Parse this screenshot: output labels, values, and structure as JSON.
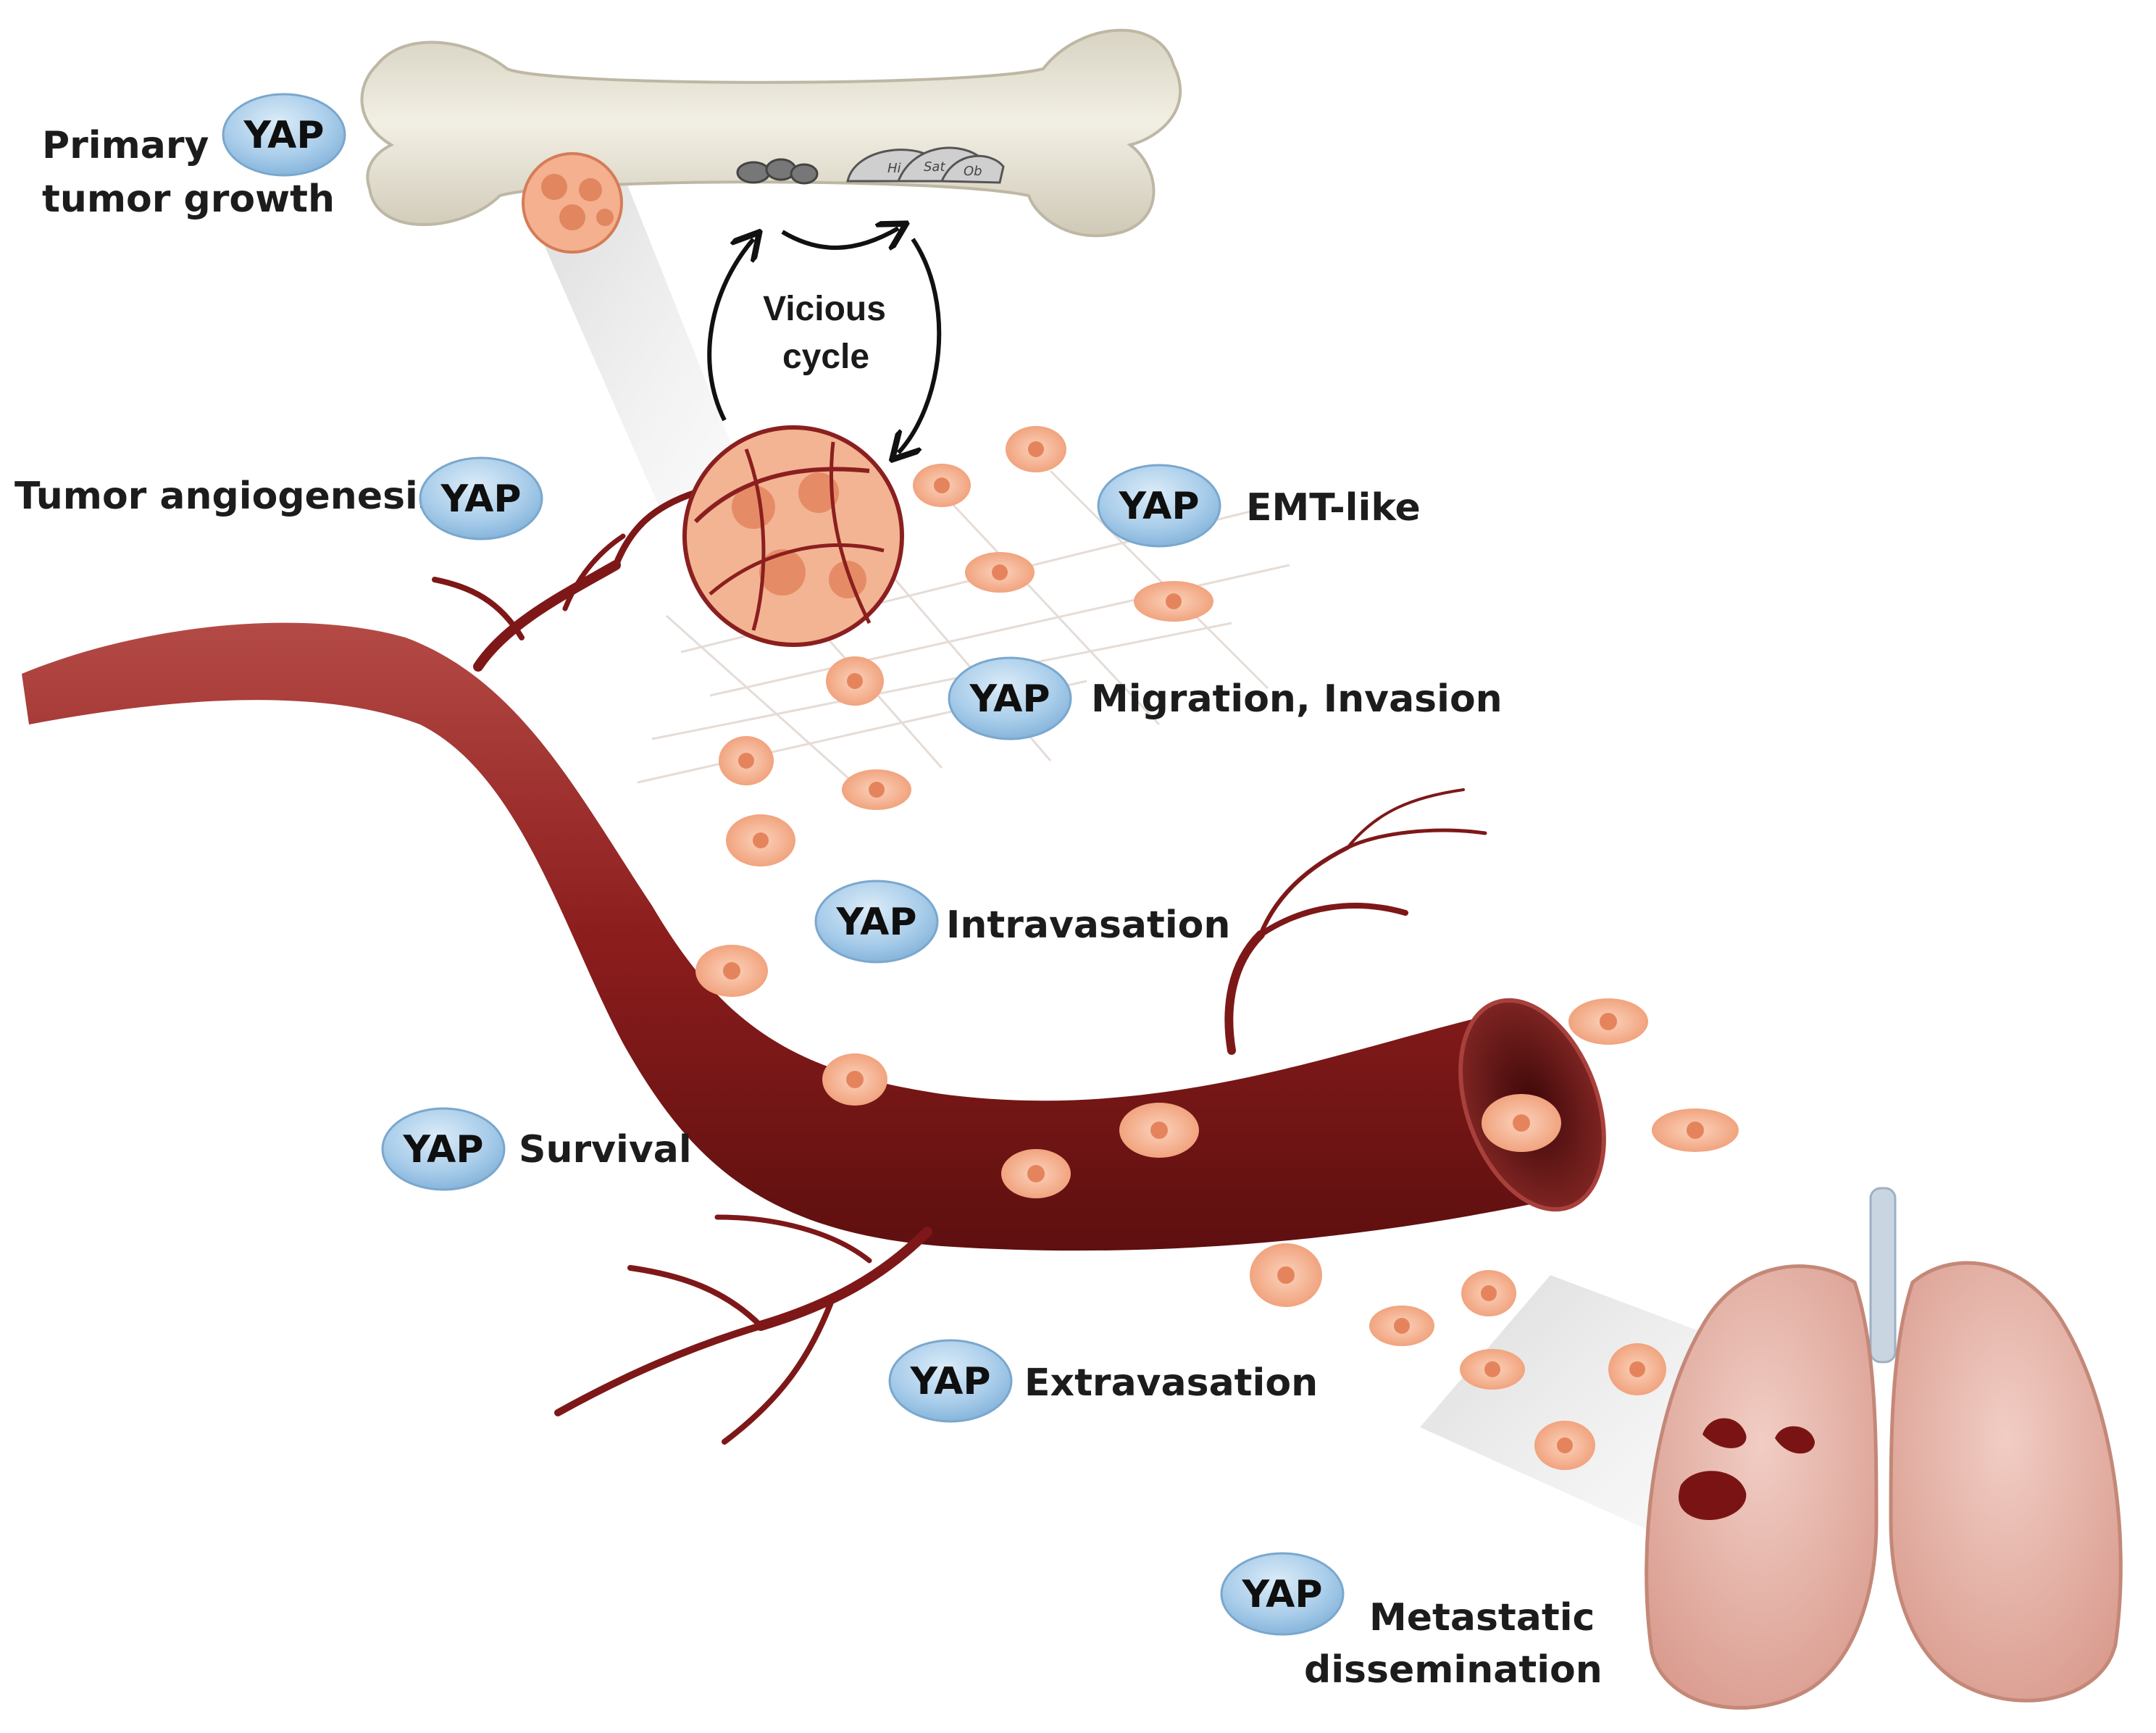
{
  "pill_text": "YAP",
  "cycle": {
    "line1": "Vicious",
    "line2": "cycle"
  },
  "labels": {
    "primary_line1": "Primary",
    "primary_line2": "tumor growth",
    "angiogenesis": "Tumor angiogenesis",
    "emt": "EMT-like",
    "migration": "Migration, Invasion",
    "intravasation": "Intravasation",
    "survival": "Survival",
    "extravasation": "Extravasation",
    "metastatic_line1": "Metastatic",
    "metastatic_line2": "dissemination"
  },
  "bone_glyphs": {
    "a": "Hi",
    "b": "Sat",
    "c": "Ob"
  },
  "colors": {
    "vessel": "#8c1d1d",
    "vessel_dark": "#5e0f0f",
    "tumor_cell": "#f2a37c",
    "bone": "#e9e4d3",
    "lung": "#e7b3a8",
    "pill": "#9cc6e6"
  }
}
